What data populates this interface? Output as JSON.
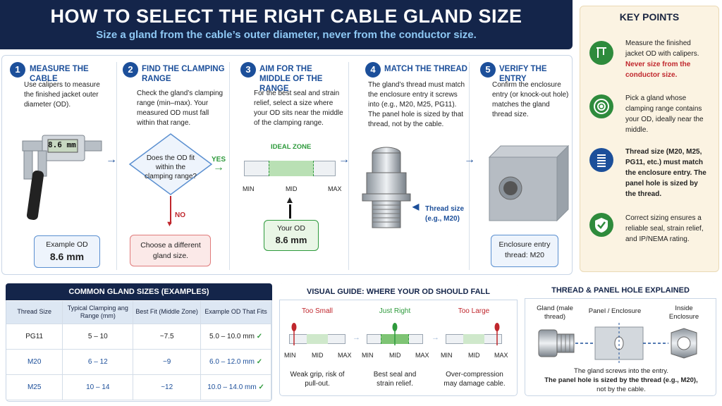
{
  "header": {
    "title": "HOW TO SELECT THE RIGHT CABLE GLAND SIZE",
    "subtitle": "Size a gland from the cable’s outer diameter, never from the conductor size."
  },
  "steps": [
    {
      "num": "1",
      "title": "MEASURE THE CABLE",
      "text": "Use calipers to measure the finished jacket outer diameter (OD).",
      "caliper_reading": "8.6 mm",
      "example_label": "Example OD",
      "example_value": "8.6 mm"
    },
    {
      "num": "2",
      "title": "FIND THE CLAMPING RANGE",
      "text": "Check the gland’s clamping range (min–max). Your measured OD must fall within that range.",
      "question": "Does the OD fit within the clamping range?",
      "yes": "YES",
      "no": "NO",
      "no_action": "Choose a different gland size."
    },
    {
      "num": "3",
      "title": "AIM FOR THE MIDDLE OF THE RANGE",
      "text": "For the best seal and strain relief, select a size where your OD sits near the middle of the clamping range.",
      "zone_label": "IDEAL ZONE",
      "min": "MIN",
      "mid": "MID",
      "max": "MAX",
      "your_od_label": "Your OD",
      "your_od_value": "8.6 mm"
    },
    {
      "num": "4",
      "title": "MATCH THE THREAD",
      "text": "The gland’s thread must match the enclosure entry it screws into (e.g., M20, M25, PG11). The panel hole is sized by that thread, not by the cable.",
      "thread_label": "Thread size (e.g., M20)"
    },
    {
      "num": "5",
      "title": "VERIFY THE ENTRY",
      "text": "Confirm the enclosure entry (or knock-out hole) matches the gland thread size.",
      "entry_label": "Enclosure entry thread: M20"
    }
  ],
  "key_points": {
    "title": "KEY POINTS",
    "items": [
      {
        "icon": "caliper-icon",
        "text": "Measure the finished jacket OD with calipers.",
        "highlight": "Never size from the conductor size."
      },
      {
        "icon": "target-icon",
        "text": "Pick a gland whose clamping range contains your OD, ideally near the middle."
      },
      {
        "icon": "thread-icon",
        "text": "Thread size (M20, M25, PG11, etc.) must match the enclosure entry.",
        "highlight": "The panel hole is sized by the thread."
      },
      {
        "icon": "shield-check-icon",
        "text": "Correct sizing ensures a reliable seal, strain relief, and IP/NEMA rating."
      }
    ]
  },
  "sizes_table": {
    "title": "COMMON GLAND SIZES (EXAMPLES)",
    "headers": [
      "Thread Size",
      "Typical Clamping ang Range (mm)",
      "Best Fit (Middle Zone)",
      "Example OD That Fits"
    ],
    "rows": [
      [
        "PG11",
        "5 – 10",
        "~7.5",
        "5.0 – 10.0 mm ✓"
      ],
      [
        "M20",
        "6 – 12",
        "~9",
        "6.0 – 12.0 mm ✓"
      ],
      [
        "M25",
        "10 – 14",
        "~12",
        "10.0 – 14.0 mm ✓"
      ]
    ]
  },
  "visual_guide": {
    "title": "VISUAL GUIDE: WHERE YOUR OD SHOULD FALL",
    "cases": [
      {
        "label": "Too Small",
        "color": "#c0272d",
        "caption": "Weak grip, risk of pull-out.",
        "marker": 0.06
      },
      {
        "label": "Just Right",
        "color": "#2e9a3c",
        "caption": "Best seal and strain relief.",
        "marker": 0.5
      },
      {
        "label": "Too Large",
        "color": "#c0272d",
        "caption": "Over-compression may damage cable.",
        "marker": 0.94
      }
    ],
    "min": "MIN",
    "mid": "MID",
    "max": "MAX"
  },
  "thread_panel": {
    "title": "THREAD & PANEL HOLE EXPLAINED",
    "gland_label": "Gland (male thread)",
    "panel_label": "Panel / Enclosure",
    "inside_label": "Inside Enclosure",
    "caption1": "The gland screws into the entry.",
    "caption2": "The panel hole is sized by the thread (e.g., M20),",
    "caption3": "not by the cable."
  },
  "colors": {
    "navy": "#14254a",
    "blue": "#1c4f9a",
    "green": "#2e8b3c",
    "red": "#c0272d"
  }
}
